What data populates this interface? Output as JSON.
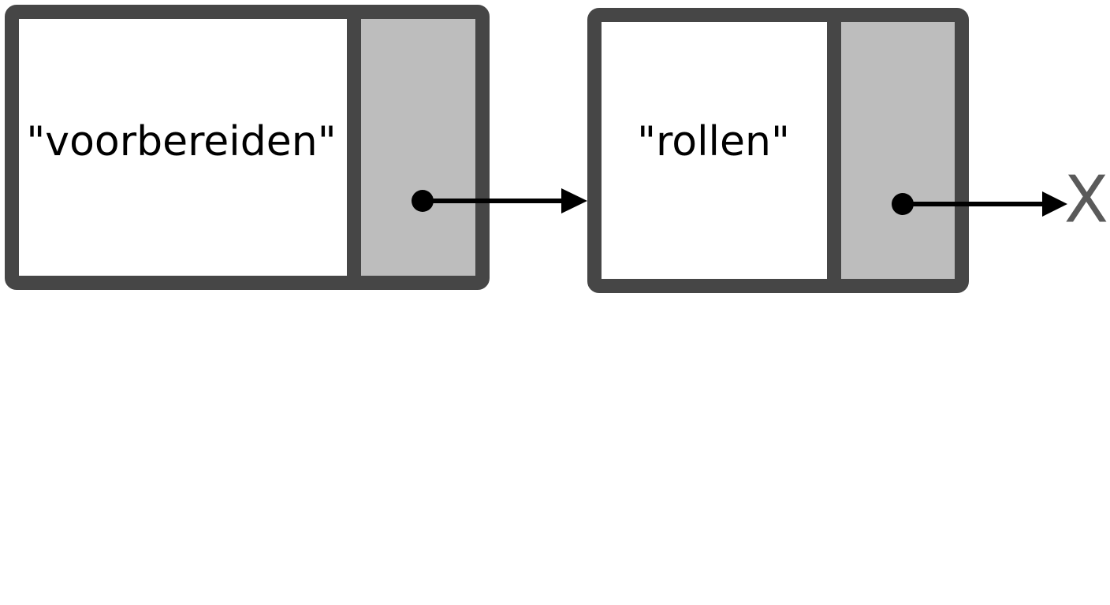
{
  "nodes": [
    {
      "value": "\"voorbereiden\""
    },
    {
      "value": "\"rollen\""
    }
  ],
  "null_marker": "X",
  "colors": {
    "frame": "#464646",
    "pointer_cell": "#bdbdbd",
    "arrow": "#000000",
    "null_marker": "#5a5a5a"
  }
}
